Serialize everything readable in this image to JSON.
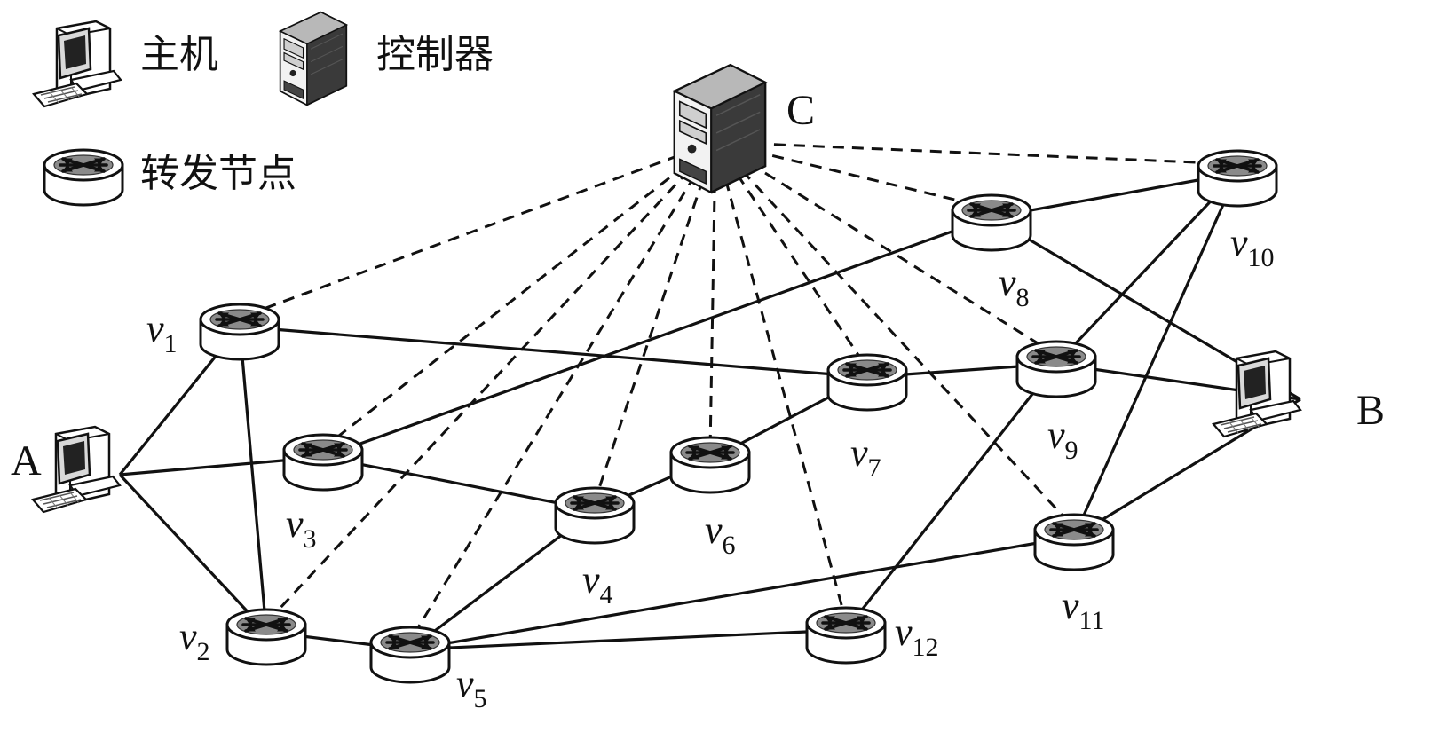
{
  "legend": {
    "host": "主机",
    "controller": "控制器",
    "forwarding_node": "转发节点"
  },
  "controller_label": "C",
  "hosts": [
    {
      "id": "A",
      "label": "A"
    },
    {
      "id": "B",
      "label": "B"
    }
  ],
  "nodes": [
    {
      "id": "v1",
      "letter": "v",
      "sub": "1"
    },
    {
      "id": "v2",
      "letter": "v",
      "sub": "2"
    },
    {
      "id": "v3",
      "letter": "v",
      "sub": "3"
    },
    {
      "id": "v4",
      "letter": "v",
      "sub": "4"
    },
    {
      "id": "v5",
      "letter": "v",
      "sub": "5"
    },
    {
      "id": "v6",
      "letter": "v",
      "sub": "6"
    },
    {
      "id": "v7",
      "letter": "v",
      "sub": "7"
    },
    {
      "id": "v8",
      "letter": "v",
      "sub": "8"
    },
    {
      "id": "v9",
      "letter": "v",
      "sub": "9"
    },
    {
      "id": "v10",
      "letter": "v",
      "sub": "10"
    },
    {
      "id": "v11",
      "letter": "v",
      "sub": "11"
    },
    {
      "id": "v12",
      "letter": "v",
      "sub": "12"
    }
  ],
  "data_links": [
    [
      "A",
      "v1"
    ],
    [
      "A",
      "v3"
    ],
    [
      "A",
      "v2"
    ],
    [
      "v1",
      "v2"
    ],
    [
      "v1",
      "v7"
    ],
    [
      "v3",
      "v4"
    ],
    [
      "v3",
      "v8"
    ],
    [
      "v2",
      "v5"
    ],
    [
      "v5",
      "v4"
    ],
    [
      "v5",
      "v11"
    ],
    [
      "v5",
      "v12"
    ],
    [
      "v4",
      "v6"
    ],
    [
      "v6",
      "v7"
    ],
    [
      "v7",
      "v9"
    ],
    [
      "v9",
      "v10"
    ],
    [
      "v9",
      "B"
    ],
    [
      "v9",
      "v12"
    ],
    [
      "v8",
      "v10"
    ],
    [
      "v8",
      "B"
    ],
    [
      "v10",
      "v11"
    ],
    [
      "v11",
      "B"
    ]
  ],
  "control_links": [
    "v1",
    "v2",
    "v3",
    "v4",
    "v5",
    "v6",
    "v7",
    "v8",
    "v9",
    "v10",
    "v11",
    "v12"
  ]
}
